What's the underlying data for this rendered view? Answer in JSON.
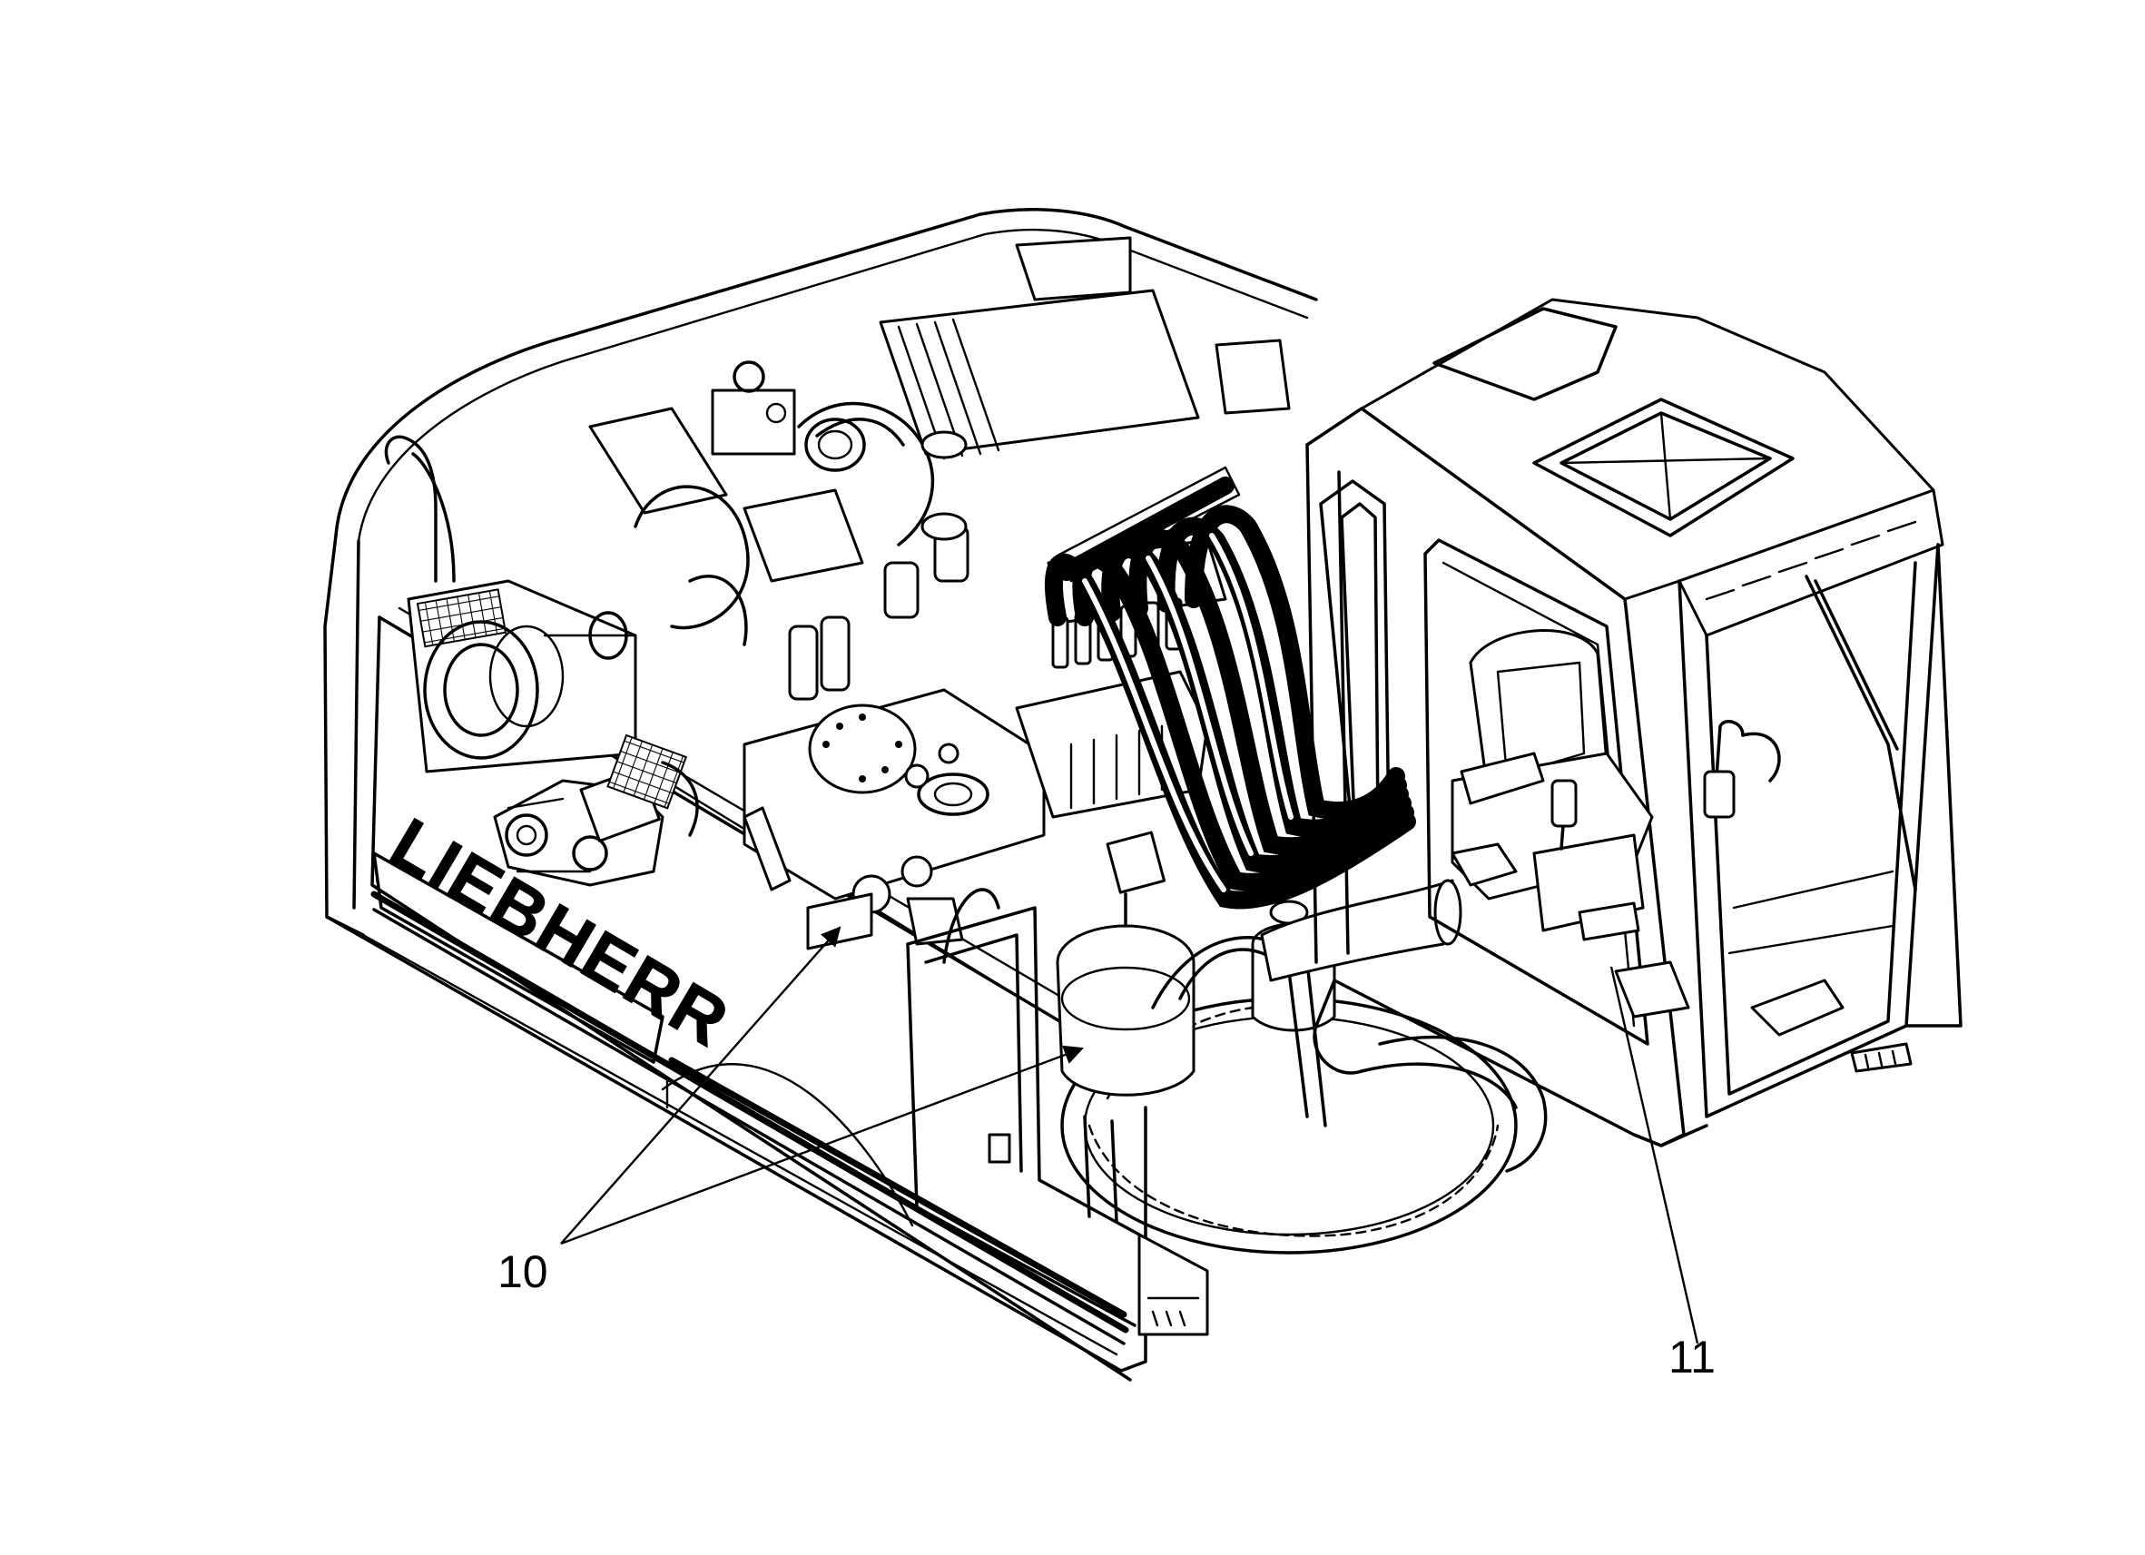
{
  "diagram": {
    "brand_text": "LIEBHERR",
    "callouts": [
      {
        "label": "10"
      },
      {
        "label": "11"
      }
    ]
  },
  "colors": {
    "line": "#000000",
    "background": "#ffffff"
  }
}
